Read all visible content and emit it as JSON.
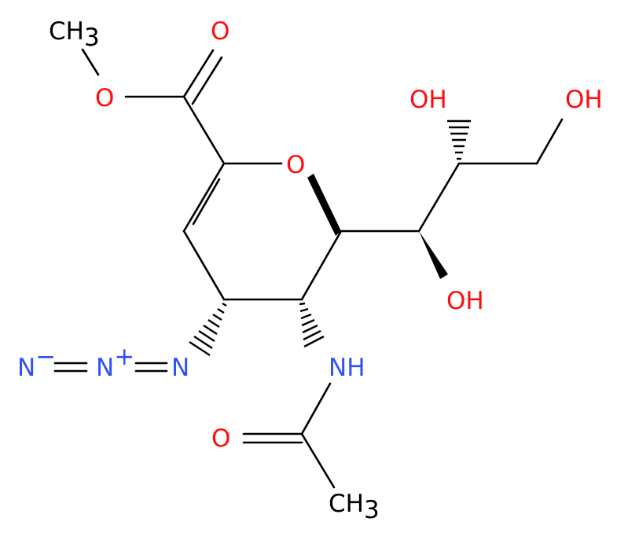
{
  "labels": {
    "ch3_top": "CH",
    "ch3_top_sub": "3",
    "o_ester": "O",
    "o_carbonyl": "O",
    "o_ring": "O",
    "oh_top_left": "OH",
    "oh_top_right": "OH",
    "oh_bottom": "OH",
    "nh": "NH",
    "n_minus": "N",
    "n_minus_charge": "−",
    "n_plus": "N",
    "n_plus_charge": "+",
    "n_end": "N",
    "o_amide": "O",
    "ch3_bottom": "CH",
    "ch3_bottom_sub": "3"
  },
  "colors": {
    "bond": "#000000",
    "carbon": "#000000",
    "oxygen": "#ff0d0d",
    "nitrogen": "#3050f8"
  }
}
